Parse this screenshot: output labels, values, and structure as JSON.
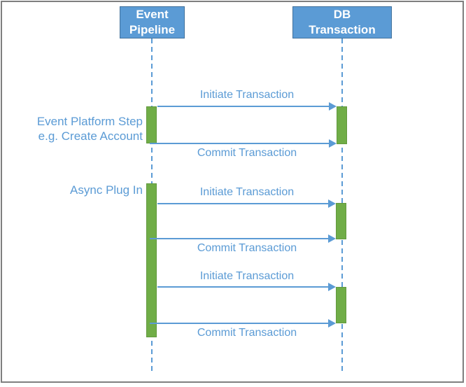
{
  "diagram": {
    "type": "sequence-diagram",
    "actors": [
      {
        "name": "Event Pipeline",
        "line1": "Event",
        "line2": "Pipeline"
      },
      {
        "name": "DB Transaction",
        "line1": "DB",
        "line2": "Transaction"
      }
    ],
    "side_labels": [
      {
        "line1": "Event Platform Step",
        "line2": "e.g. Create Account"
      },
      {
        "line1": "Async Plug In"
      }
    ],
    "messages": [
      {
        "label": "Initiate Transaction",
        "from": "Event Pipeline",
        "to": "DB Transaction"
      },
      {
        "label": "Commit Transaction",
        "from": "Event Pipeline",
        "to": "DB Transaction"
      },
      {
        "label": "Initiate Transaction",
        "from": "Event Pipeline",
        "to": "DB Transaction"
      },
      {
        "label": "Commit Transaction",
        "from": "Event Pipeline",
        "to": "DB Transaction"
      },
      {
        "label": "Initiate Transaction",
        "from": "Event Pipeline",
        "to": "DB Transaction"
      },
      {
        "label": "Commit Transaction",
        "from": "Event Pipeline",
        "to": "DB Transaction"
      }
    ],
    "colors": {
      "actor_fill": "#5B9BD5",
      "actor_border": "#41719C",
      "activation_fill": "#70AD47",
      "message_line": "#5B9BD5",
      "label_text": "#5B9BD5",
      "frame_border": "#7F7F7F"
    }
  }
}
